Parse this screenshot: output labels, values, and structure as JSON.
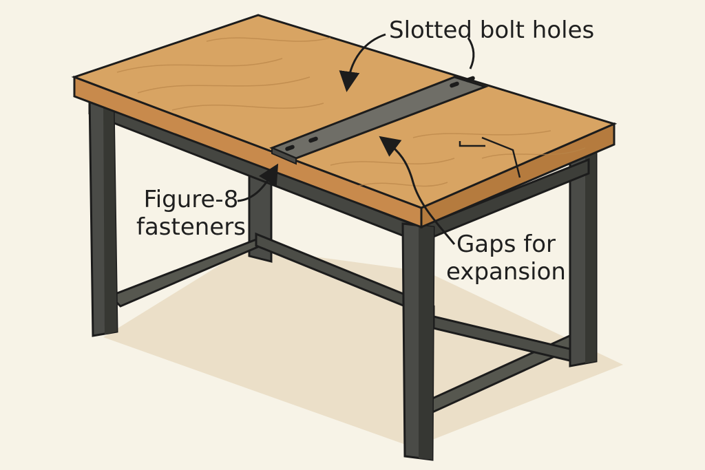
{
  "labels": {
    "slotted_bolt_holes": "Slotted bolt holes",
    "figure8_line1": "Figure-8",
    "figure8_line2": "fasteners",
    "gaps_line1": "Gaps for",
    "gaps_line2": "expansion"
  },
  "colors": {
    "background": "#f7f3e7",
    "wood": "#d8a463",
    "wood_dark": "#b57b3e",
    "metal": "#4a4b47",
    "metal_dark": "#2f302d",
    "strip": "#6f6e67",
    "shadow": "#e9ddc4",
    "outline": "#1c1c1c"
  }
}
